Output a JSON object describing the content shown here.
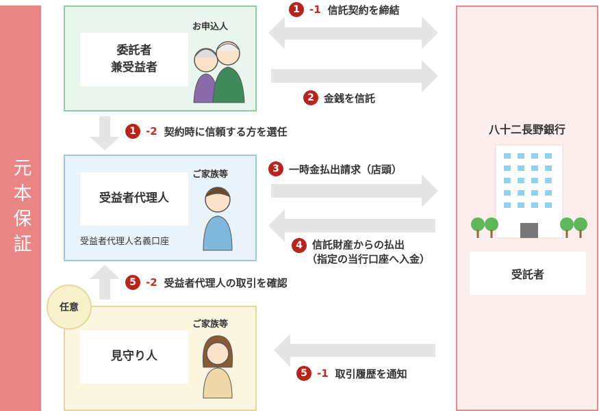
{
  "sidebar": {
    "label": "元本保証"
  },
  "settlor": {
    "role": "委託者\n兼受益者",
    "tag": "お申込人"
  },
  "agent": {
    "role": "受益者代理人",
    "tag": "ご家族等",
    "account": "受益者代理人名義口座"
  },
  "watcher": {
    "role": "見守り人",
    "tag": "ご家族等",
    "badge": "任意"
  },
  "bank": {
    "name": "八十二長野銀行",
    "role": "受託者"
  },
  "steps": [
    {
      "num": "1",
      "sub": "-1",
      "text": "信託契約を締結"
    },
    {
      "num": "2",
      "text": "金銭を信託"
    },
    {
      "num": "1",
      "sub": "-2",
      "text": "契約時に信頼する方を選任"
    },
    {
      "num": "3",
      "text": "一時金払出請求（店頭）"
    },
    {
      "num": "4",
      "text": "信託財産からの払出",
      "text2": "（指定の当行口座へ入金）"
    },
    {
      "num": "5",
      "sub": "-2",
      "text": "受益者代理人の取引を確認"
    },
    {
      "num": "5",
      "sub": "-1",
      "text": "取引履歴を通知"
    }
  ],
  "colors": {
    "accent": "#b8231a",
    "arrow": "#e5e5e5",
    "pink": "#ea8585"
  }
}
